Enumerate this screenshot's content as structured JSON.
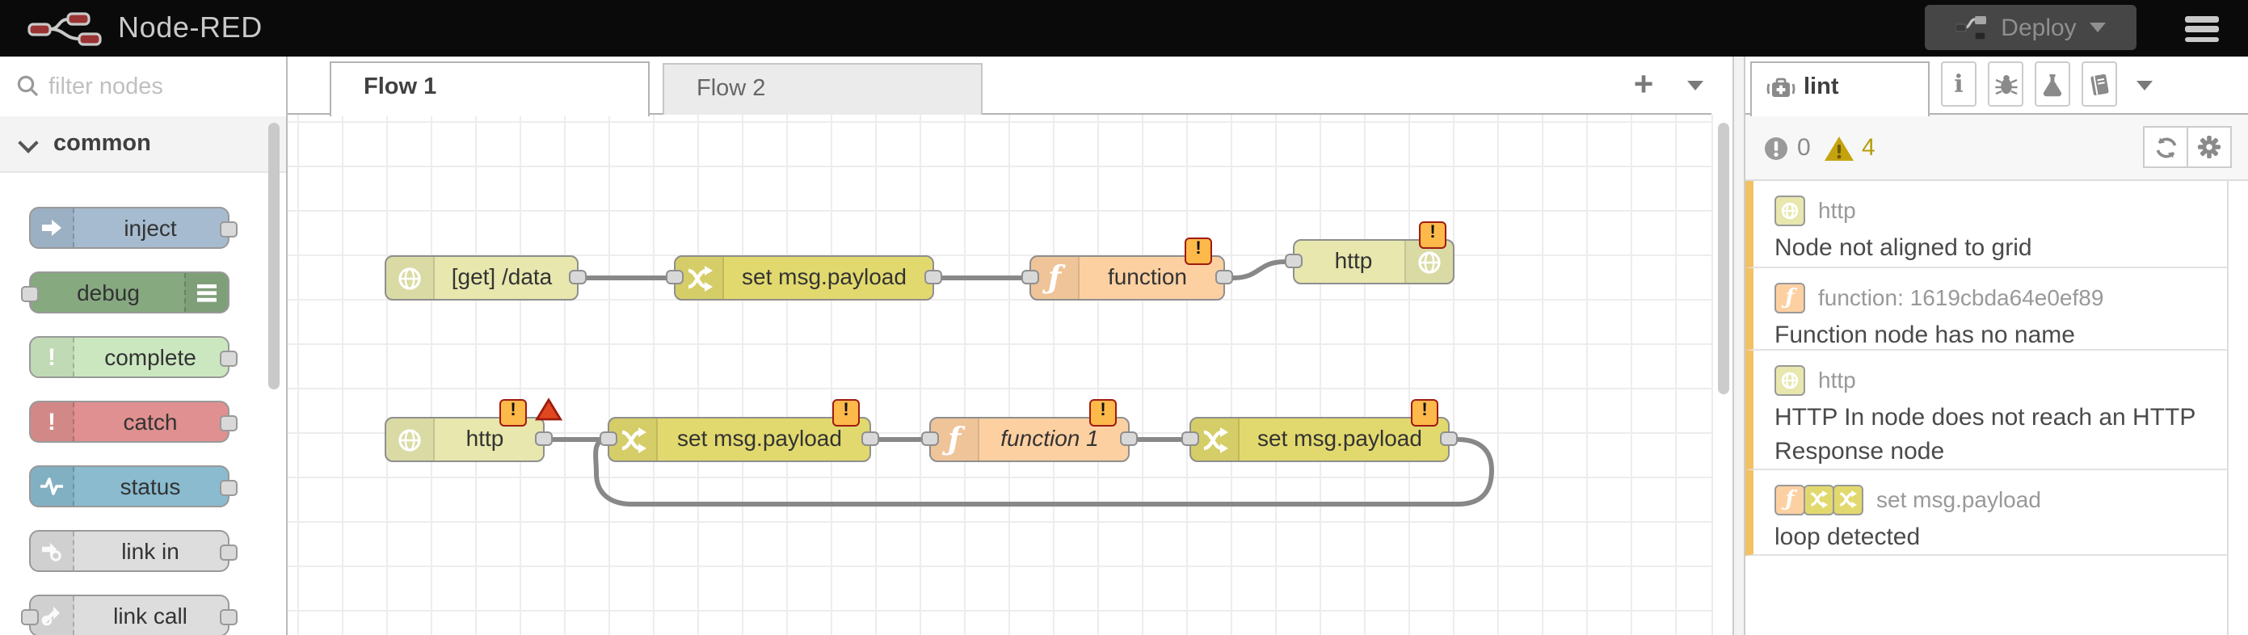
{
  "header": {
    "title": "Node-RED",
    "deploy_label": "Deploy"
  },
  "palette": {
    "filter_placeholder": "filter nodes",
    "category_label": "common",
    "items": [
      {
        "label": "inject"
      },
      {
        "label": "debug"
      },
      {
        "label": "complete"
      },
      {
        "label": "catch"
      },
      {
        "label": "status"
      },
      {
        "label": "link in"
      },
      {
        "label": "link call"
      }
    ]
  },
  "workspace": {
    "tabs": [
      {
        "label": "Flow 1",
        "active": true
      },
      {
        "label": "Flow 2",
        "active": false
      }
    ],
    "add_tab_label": "+"
  },
  "flow": {
    "nodes": [
      {
        "label": "[get] /data",
        "type": "http in"
      },
      {
        "label": "set msg.payload",
        "type": "change"
      },
      {
        "label": "function",
        "type": "function"
      },
      {
        "label": "http",
        "type": "http response"
      },
      {
        "label": "http",
        "type": "http in"
      },
      {
        "label": "set msg.payload",
        "type": "change"
      },
      {
        "label": "function 1",
        "type": "function"
      },
      {
        "label": "set msg.payload",
        "type": "change"
      }
    ],
    "badge_glyph": "!"
  },
  "sidebar": {
    "tab_label": "lint",
    "error_count": "0",
    "warning_count": "4",
    "items": [
      {
        "node": "http",
        "message": "Node not aligned to grid"
      },
      {
        "node": "function: 1619cbda64e0ef89",
        "message": "Function node has no name"
      },
      {
        "node": "http",
        "message": "HTTP In node does not reach an HTTP Response node"
      },
      {
        "node": "set msg.payload",
        "message": "loop detected"
      }
    ]
  },
  "colors": {
    "header_bg": "#0a0a0a",
    "node_http": "#e7e7ae",
    "node_change": "#e2d96e",
    "node_function": "#fdd0a2",
    "node_inject": "#a6bbcf",
    "node_debug": "#87a980",
    "node_complete": "#cbe7c0",
    "node_catch": "#e09090",
    "node_status": "#8abbcf",
    "node_link": "#dddddd",
    "wire": "#888888",
    "warning_accent": "#f2c164",
    "badge_bg": "#fdb94a",
    "badge_border": "#9e1b10",
    "warning_yellow": "#c5a30e"
  }
}
